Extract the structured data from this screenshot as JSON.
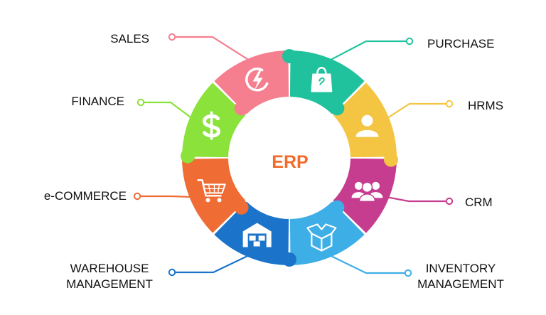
{
  "center": {
    "text": "ERP",
    "color": "#f26b2a"
  },
  "segments": [
    {
      "id": "purchase",
      "label": [
        "PURCHASE"
      ],
      "color": "#1fc29c",
      "icon": "shopping-bag-icon"
    },
    {
      "id": "hrms",
      "label": [
        "HRMS"
      ],
      "color": "#f4c542",
      "icon": "user-icon"
    },
    {
      "id": "crm",
      "label": [
        "CRM"
      ],
      "color": "#c63c8f",
      "icon": "users-group-icon"
    },
    {
      "id": "inventory",
      "label": [
        "INVENTORY",
        "MANAGEMENT"
      ],
      "color": "#3eaee6",
      "icon": "open-box-icon"
    },
    {
      "id": "warehouse",
      "label": [
        "WAREHOUSE",
        "MANAGEMENT"
      ],
      "color": "#1b74c9",
      "icon": "warehouse-icon"
    },
    {
      "id": "ecommerce",
      "label": [
        "e-COMMERCE"
      ],
      "color": "#ef6c34",
      "icon": "shopping-cart-icon"
    },
    {
      "id": "finance",
      "label": [
        "FINANCE"
      ],
      "color": "#8ae23a",
      "icon": "dollar-icon"
    },
    {
      "id": "sales",
      "label": [
        "SALES"
      ],
      "color": "#f57e8f",
      "icon": "sales-logo-icon"
    }
  ]
}
